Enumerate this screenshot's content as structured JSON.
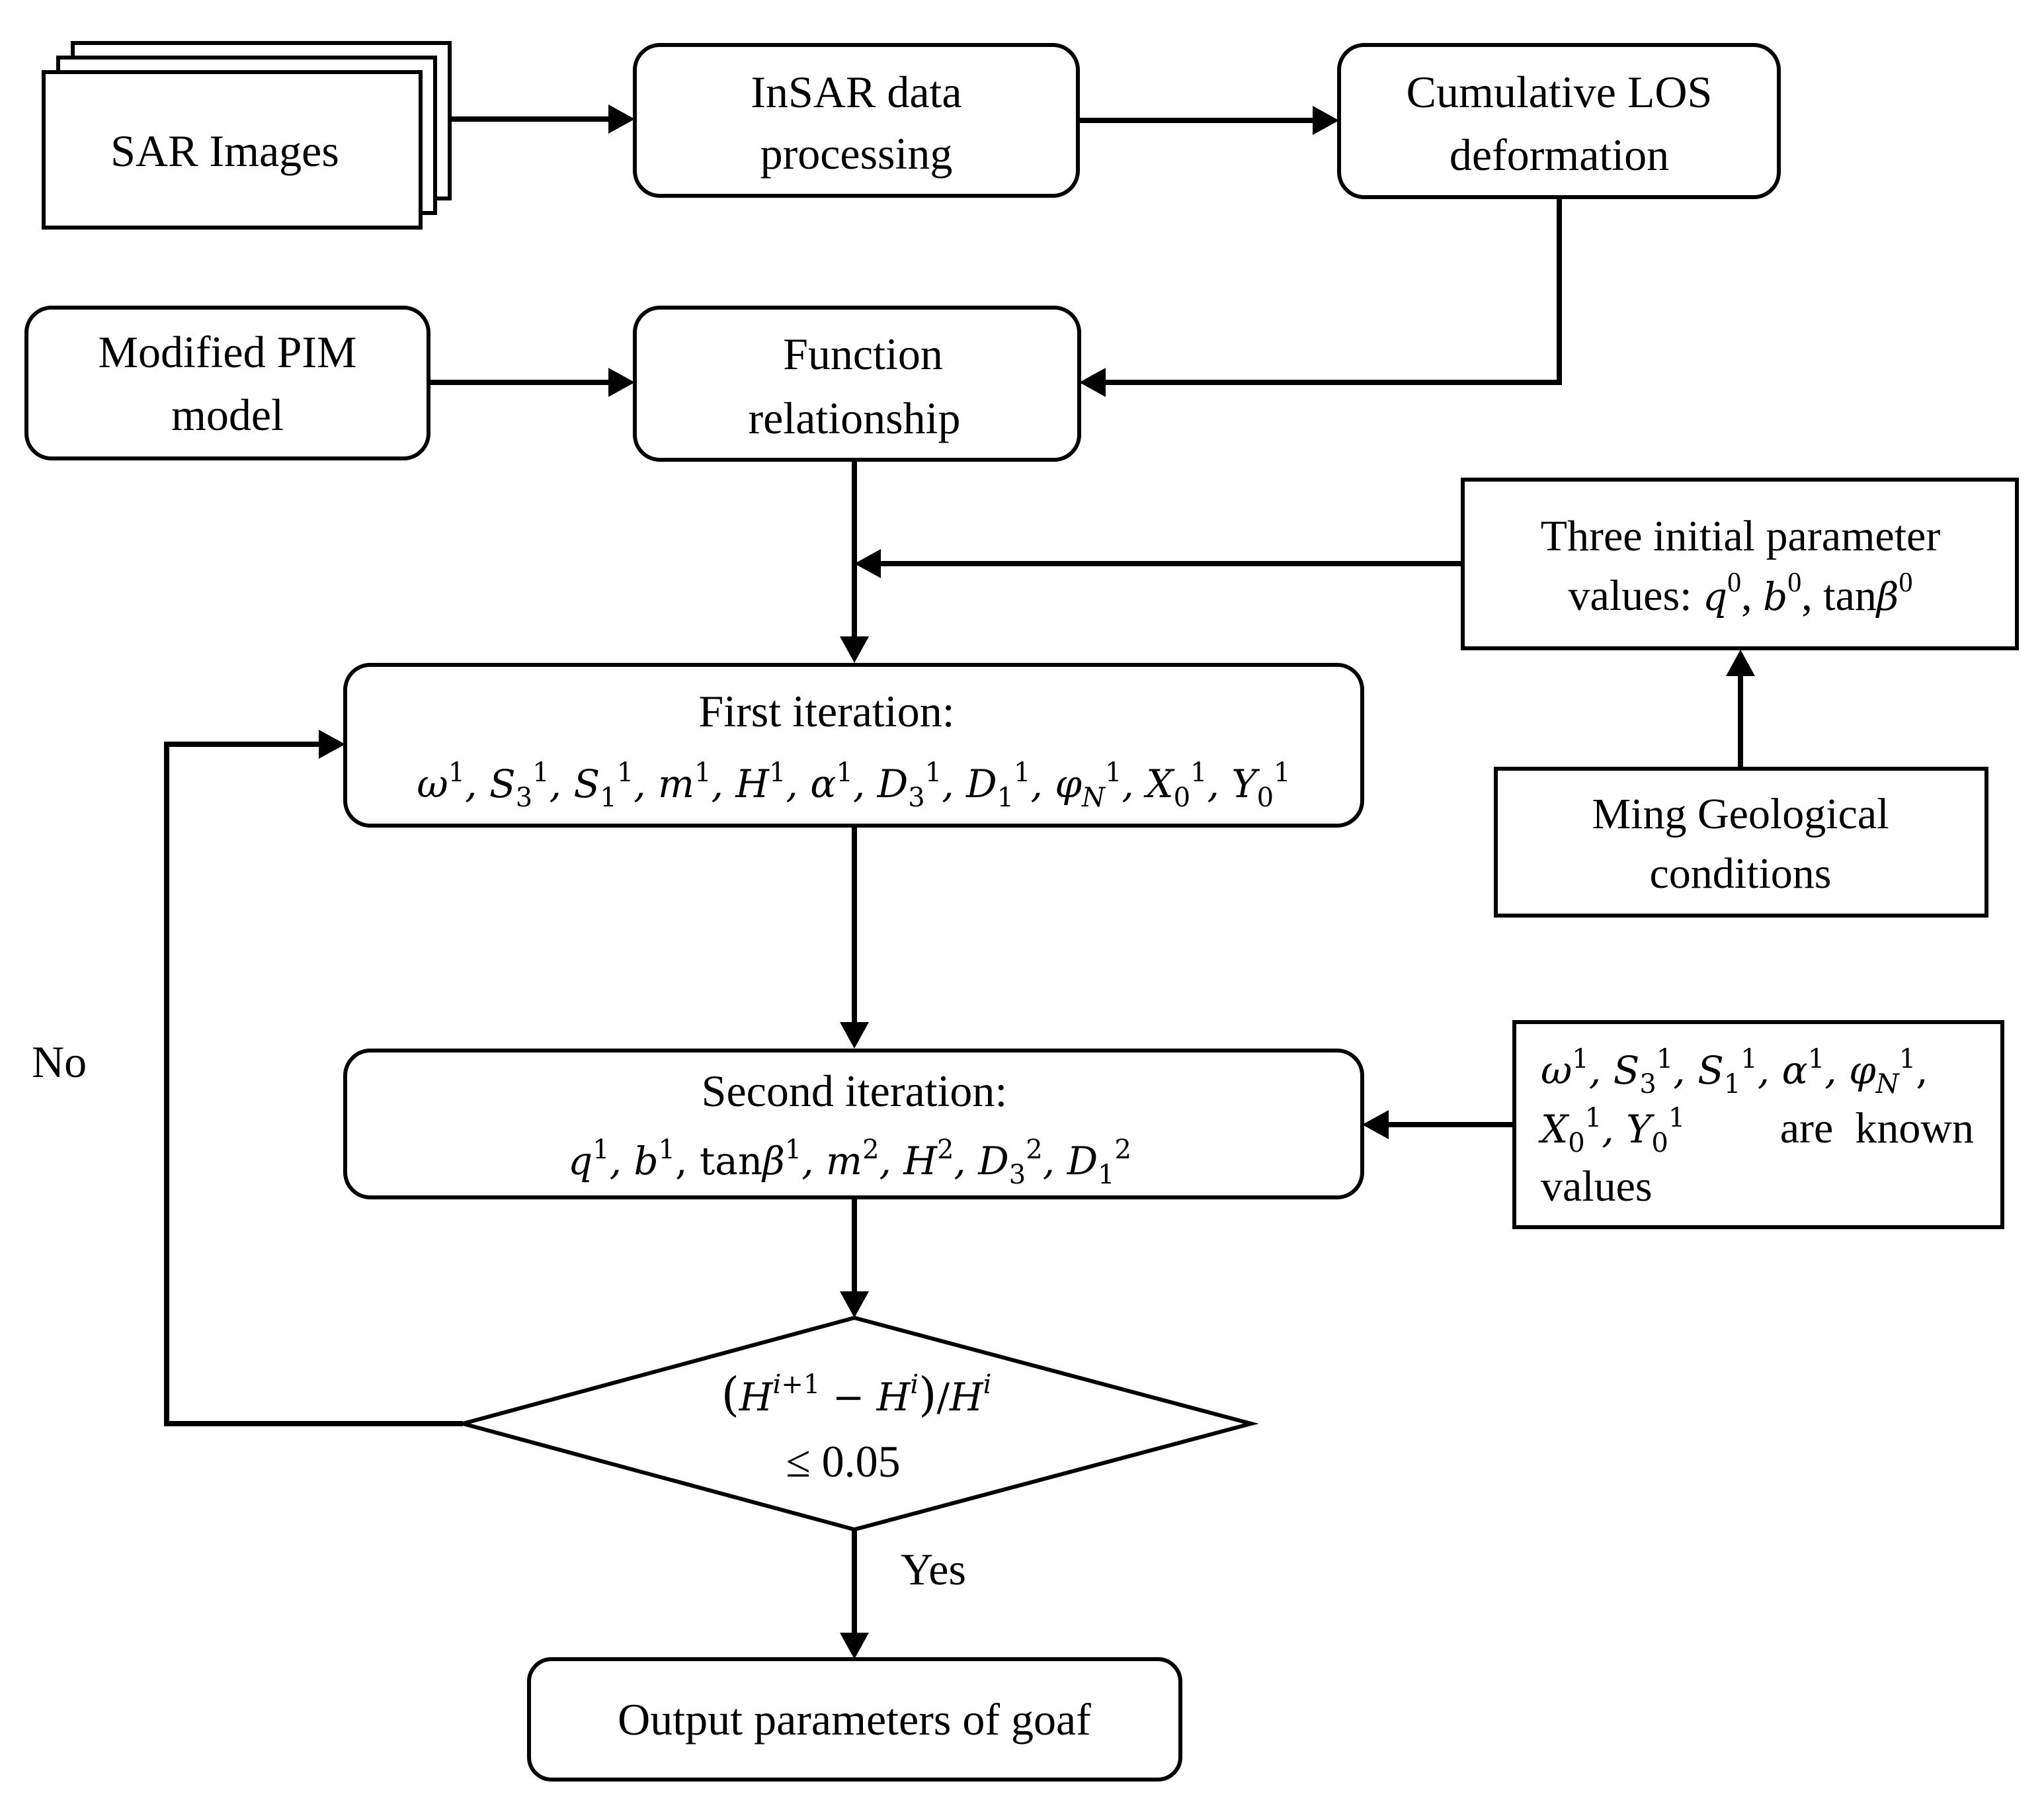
{
  "nodes": {
    "sar_images": {
      "label": "SAR Images"
    },
    "insar": {
      "line1": "InSAR data",
      "line2": "processing"
    },
    "cumulative_los": {
      "line1": "Cumulative LOS",
      "line2": "deformation"
    },
    "modified_pim": {
      "line1": "Modified PIM",
      "line2": "model"
    },
    "function_rel": {
      "line1": "Function",
      "line2": "relationship"
    },
    "initial_params": {
      "line1": "Three initial parameter",
      "line2_text": "values: ",
      "q": "q",
      "b": "b",
      "tanb_prefix": "tan",
      "beta": "β",
      "sup": "0",
      "sep": ", "
    },
    "geology": {
      "line1": "Ming Geological",
      "line2": "conditions"
    },
    "first_iter": {
      "title": "First iteration:"
    },
    "second_iter": {
      "title": "Second iteration:"
    },
    "known_values": {
      "line3_words": "are  known",
      "line4": "values"
    },
    "decision": {
      "line2": "≤ 0.05"
    },
    "output": {
      "label": "Output parameters of goaf"
    }
  },
  "edge_labels": {
    "no": "No",
    "yes": "Yes"
  }
}
